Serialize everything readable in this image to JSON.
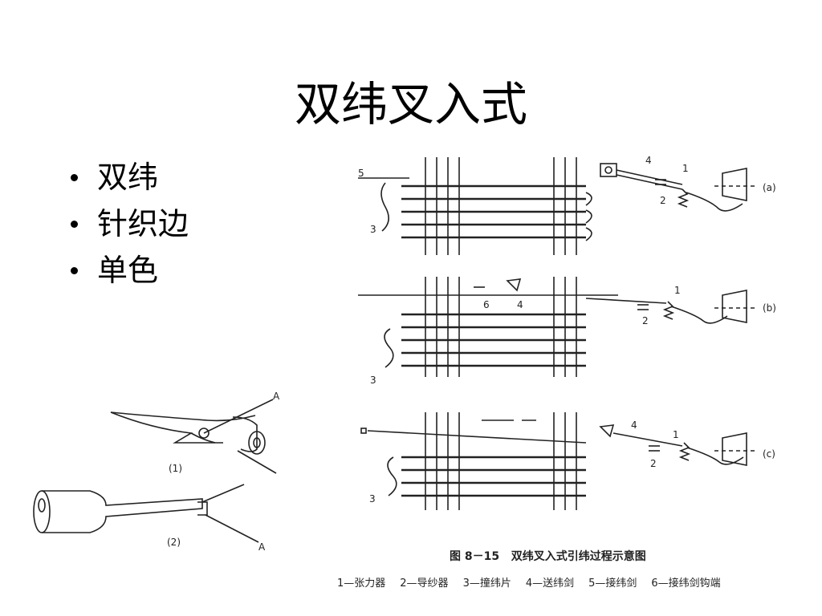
{
  "slide": {
    "title": "双纬叉入式",
    "bullets": [
      "双纬",
      "针织边",
      "单色"
    ]
  },
  "diagram": {
    "panels": [
      {
        "label": "(a)",
        "callouts": [
          "5",
          "3",
          "4",
          "1",
          "2"
        ]
      },
      {
        "label": "(b)",
        "callouts": [
          "6",
          "4",
          "1",
          "2",
          "3"
        ]
      },
      {
        "label": "(c)",
        "callouts": [
          "4",
          "1",
          "2",
          "3"
        ]
      }
    ],
    "caption_number": "图 8－15",
    "caption_text": "双纬叉入式引纬过程示意图",
    "legend": [
      "1—张力器",
      "2—导纱器",
      "3—撞纬片",
      "4—送纬剑",
      "5—接纬剑",
      "6—接纬剑钩端"
    ]
  },
  "rapiers": {
    "top": {
      "label": "(1)",
      "pointer": "A"
    },
    "bottom": {
      "label": "(2)",
      "pointer": "A"
    }
  }
}
